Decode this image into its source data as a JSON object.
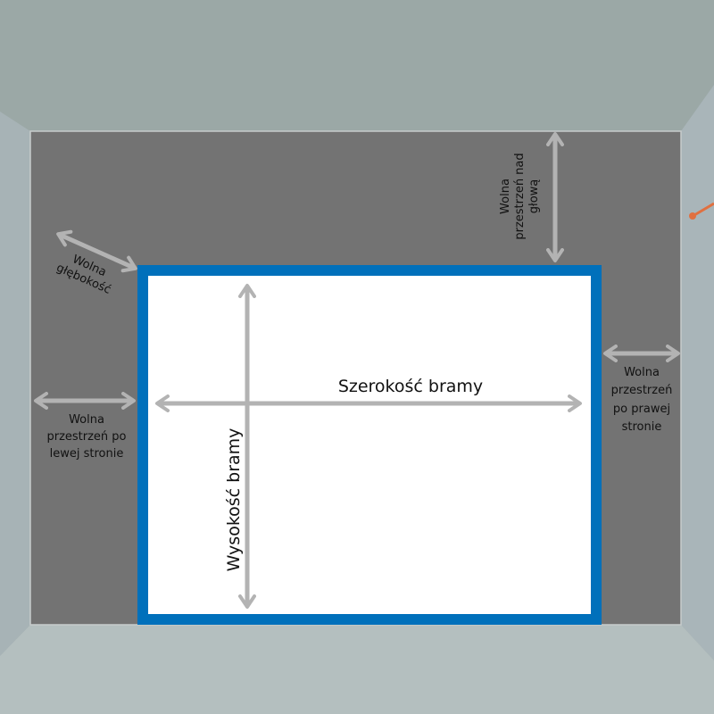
{
  "labels": {
    "gate_width": "Szerokość bramy",
    "gate_height": "Wysokość bramy",
    "headroom": [
      "Wolna",
      "przestrzeń nad",
      "głową"
    ],
    "depth": [
      "Wolna",
      "głębokość"
    ],
    "left_space": [
      "Wolna",
      "przestrzeń po",
      "lewej stronie"
    ],
    "right_space": [
      "Wolna",
      "przestrzeń",
      "po prawej",
      "stronie"
    ]
  },
  "colors": {
    "wall": "#737373",
    "gate_frame": "#0070bb",
    "gate_fill": "#ffffff",
    "arrow": "#b3b3b3",
    "ceiling": "#9aa6a4",
    "side_walls": "#a9b5b8",
    "floor": "#b5c0c0"
  }
}
